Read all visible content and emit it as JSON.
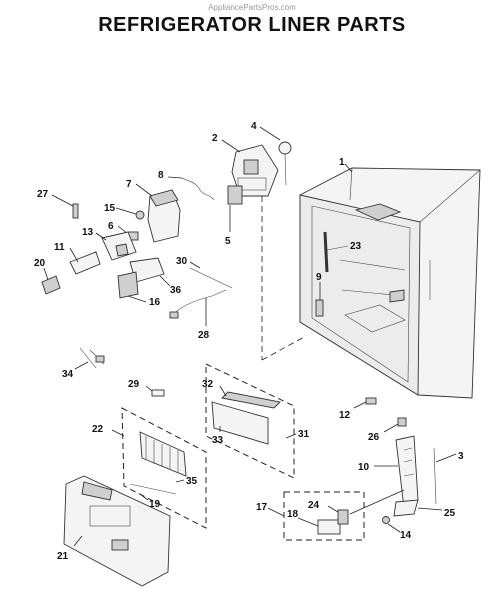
{
  "watermark": "AppliancePartsPros.com",
  "title": "REFRIGERATOR LINER PARTS",
  "callouts": {
    "c1": "1",
    "c2": "2",
    "c3": "3",
    "c4": "4",
    "c5": "5",
    "c6": "6",
    "c7": "7",
    "c8": "8",
    "c9": "9",
    "c10": "10",
    "c11": "11",
    "c12": "12",
    "c13": "13",
    "c14": "14",
    "c15": "15",
    "c16": "16",
    "c17": "17",
    "c18": "18",
    "c19": "19",
    "c20": "20",
    "c21": "21",
    "c22": "22",
    "c23": "23",
    "c24": "24",
    "c25": "25",
    "c26": "26",
    "c27": "27",
    "c28": "28",
    "c29": "29",
    "c30": "30",
    "c31": "31",
    "c32": "32",
    "c33": "33",
    "c34": "34",
    "c35": "35",
    "c36": "36"
  }
}
